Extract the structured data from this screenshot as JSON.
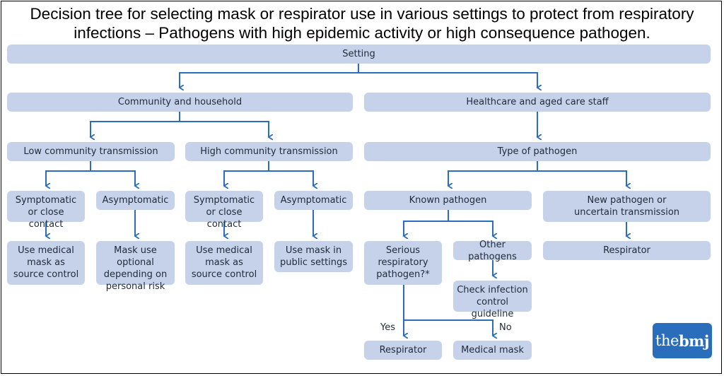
{
  "title_line1": "Decision tree for selecting mask or respirator use in various settings to protect from respiratory",
  "title_line2": "infections – Pathogens with high epidemic activity or high consequence pathogen.",
  "nodes": {
    "setting": "Setting",
    "community": "Community and household",
    "healthcare": "Healthcare and aged care staff",
    "low_transmission": "Low community transmission",
    "high_transmission": "High community transmission",
    "type_of_pathogen": "Type of pathogen",
    "low_symptomatic": [
      "Symptomatic",
      "or close contact"
    ],
    "low_asymptomatic": "Asymptomatic",
    "high_symptomatic": [
      "Symptomatic",
      "or close contact"
    ],
    "high_asymptomatic": "Asymptomatic",
    "known_pathogen": "Known pathogen",
    "new_pathogen": [
      "New pathogen or",
      "uncertain transmission"
    ],
    "low_sym_outcome": [
      "Use medical",
      "mask as",
      "source control"
    ],
    "low_asym_outcome": [
      "Mask use optional",
      "depending on",
      "personal risk"
    ],
    "high_sym_outcome": [
      "Use medical",
      "mask as",
      "source control"
    ],
    "high_asym_outcome": [
      "Use mask in",
      "public settings"
    ],
    "serious_pathogen": [
      "Serious",
      "respiratory",
      "pathogen?*"
    ],
    "other_pathogens": "Other pathogens",
    "new_outcome": "Respirator",
    "check_guideline": [
      "Check infection",
      "control guideline"
    ],
    "yes_outcome": "Respirator",
    "no_outcome": "Medical mask"
  },
  "edge_labels": {
    "yes": "Yes",
    "no": "No"
  },
  "logo": {
    "prefix": "the",
    "suffix": "bmj"
  },
  "colors": {
    "box": "#c5d2ea",
    "arrow": "#2a6ebb",
    "logo": "#2a6ebb"
  }
}
